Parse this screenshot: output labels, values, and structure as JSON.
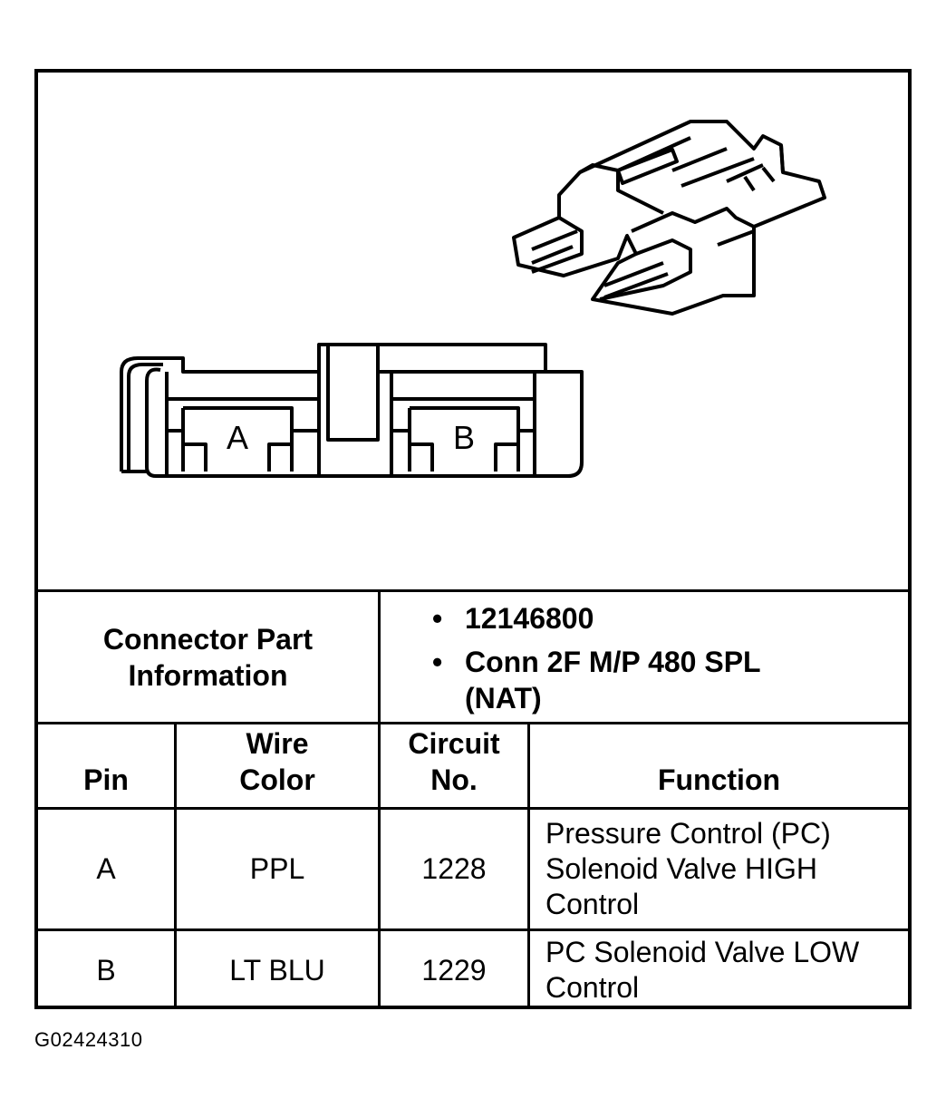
{
  "connector": {
    "pin_labels": [
      "A",
      "B"
    ]
  },
  "part_info": {
    "label": "Connector Part Information",
    "items": [
      "12146800",
      "Conn 2F M/P 480 SPL (NAT)"
    ]
  },
  "table": {
    "headers": {
      "pin": "Pin",
      "wire_color": "Wire Color",
      "circuit_no": "Circuit No.",
      "function": "Function"
    },
    "rows": [
      {
        "pin": "A",
        "wire_color": "PPL",
        "circuit_no": "1228",
        "function": "Pressure Control (PC) Solenoid Valve HIGH Control"
      },
      {
        "pin": "B",
        "wire_color": "LT BLU",
        "circuit_no": "1229",
        "function": "PC Solenoid Valve LOW Control"
      }
    ]
  },
  "figure_id": "G02424310"
}
